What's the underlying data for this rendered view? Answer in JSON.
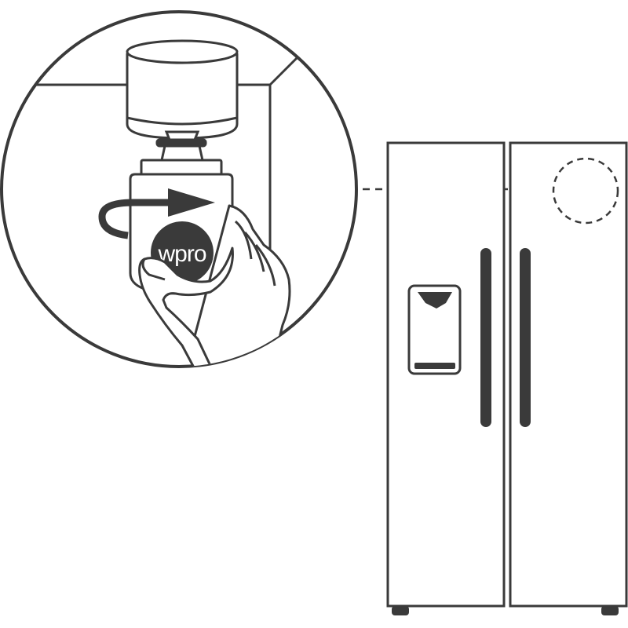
{
  "filter": {
    "logo_text": "wpro"
  },
  "colors": {
    "line": "#3a3a3a",
    "fill": "#ffffff",
    "logo_bg": "#3a3a3a",
    "logo_text": "#ffffff"
  },
  "icons": {
    "rotation": "curved-arrow-clockwise",
    "hand": "hand",
    "zoom_marker": "dashed-circle"
  }
}
